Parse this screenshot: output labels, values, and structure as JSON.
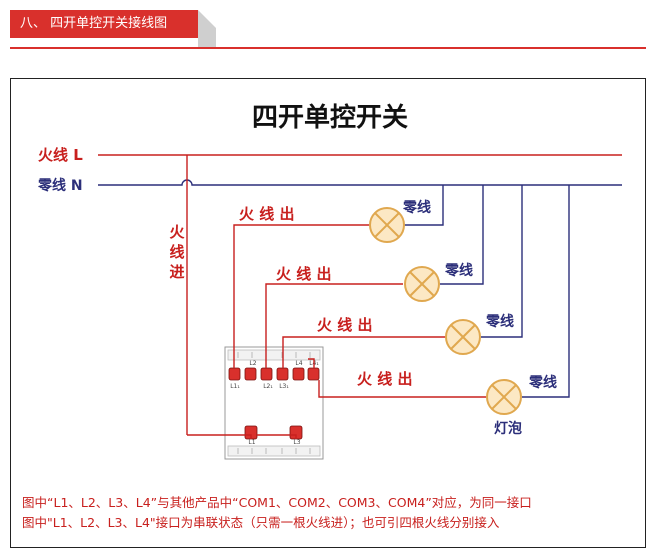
{
  "section_header": "八、 四开单控开关接线图",
  "diagram": {
    "title": "四开单控开关",
    "line_live_label": "火线 L",
    "line_neutral_label": "零线 N",
    "live_in_chars": [
      "火",
      "线",
      "进"
    ],
    "live_out_label": "火 线 出",
    "neutral_label": "零线",
    "bulb_label": "灯泡",
    "terminal_top": [
      "L2",
      "L4",
      "L4₁"
    ],
    "terminal_mid": [
      "L1₁",
      "L2₁",
      "L3₁"
    ],
    "terminal_bottom": [
      "L1",
      "L3"
    ]
  },
  "notes": {
    "line1": "图中“L1、L2、L3、L4”与其他产品中“COM1、COM2、COM3、COM4”对应，为同一接口",
    "line2": "图中\"L1、L2、L3、L4\"接口为串联状态（只需一根火线进）；也可引四根火线分别接入"
  },
  "colors": {
    "accent": "#d9302c",
    "live": "#c8201e",
    "neutral": "#2c2f7a",
    "bulb": "#f1c27d"
  }
}
